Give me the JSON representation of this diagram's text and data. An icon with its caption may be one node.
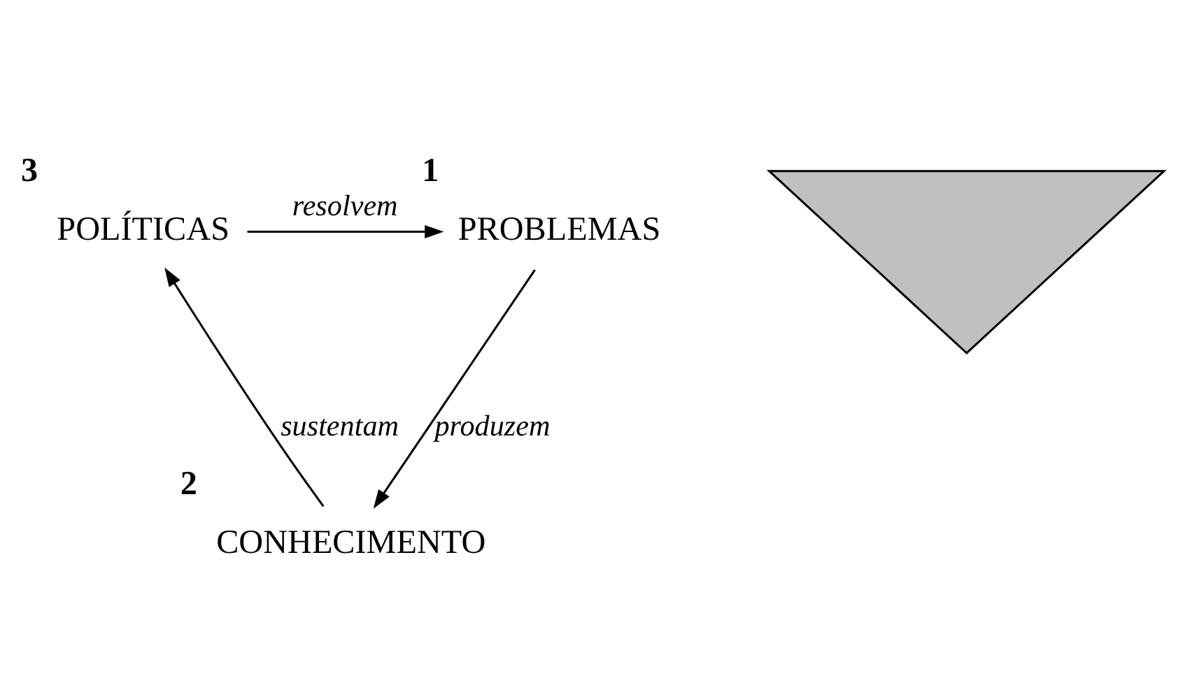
{
  "diagram": {
    "nodes": [
      {
        "text": [
          "PROBLEMAS"
        ],
        "beside": [
          "1"
        ]
      },
      {
        "text": [
          "POLÍTICAS"
        ],
        "beside": [
          "3"
        ]
      },
      {
        "text": [],
        "shape": "triangle"
      },
      {
        "text": [
          "CONHECIMENTO"
        ],
        "beside": [
          "2"
        ]
      }
    ],
    "edges": [
      {
        "from": 1,
        "to": 0,
        "arrow": "to",
        "label": "resolvem"
      },
      {
        "from": 0,
        "to": 3,
        "arrow": "to",
        "label": "produzem"
      },
      {
        "from": 3,
        "to": 1,
        "arrow": "to",
        "label": "sustentam"
      }
    ]
  }
}
